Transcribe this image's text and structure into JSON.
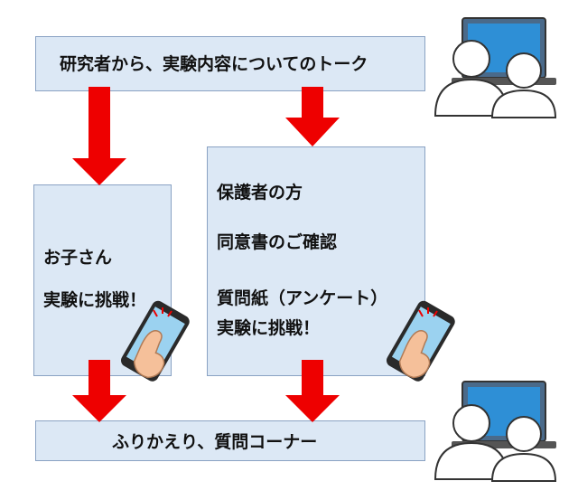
{
  "top_box": {
    "text": "研究者から、実験内容についてのトーク"
  },
  "child_box": {
    "line1": "お子さん",
    "line2": "実験に挑戦！"
  },
  "parent_box": {
    "line1": "保護者の方",
    "line2": "同意書のご確認",
    "line3": "質問紙（アンケート）",
    "line4": "実験に挑戦！"
  },
  "bottom_box": {
    "text": "ふりかえり、質問コーナー"
  },
  "colors": {
    "box_fill": "#dce8f5",
    "box_border": "#8aa2c3",
    "arrow": "#ee0000"
  }
}
